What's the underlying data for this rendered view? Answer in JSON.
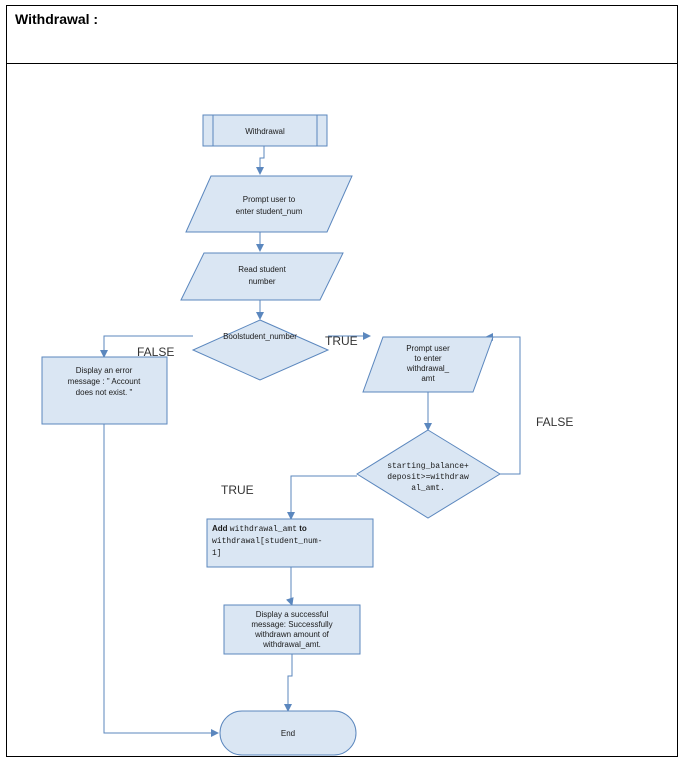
{
  "section": {
    "title": "Withdrawal :"
  },
  "nodes": {
    "start": {
      "label": "Withdrawal"
    },
    "prompt_student": {
      "lines": [
        "Prompt user to",
        "enter student_num"
      ]
    },
    "read_student": {
      "lines": [
        "Read student",
        "number"
      ]
    },
    "decision_student": {
      "label": "Boolstudent_number"
    },
    "error_msg": {
      "lines": [
        "Display an error",
        "message : \" Account",
        "does not exist. \""
      ]
    },
    "prompt_amount": {
      "lines": [
        "Prompt user",
        "to enter",
        "withdrawal_",
        "amt"
      ]
    },
    "decision_balance": {
      "lines": [
        "starting_balance+",
        "deposit>=withdraw",
        "al_amt."
      ]
    },
    "add_withdrawal": {
      "line1_text": "Add ",
      "line1_code": "withdrawal_amt",
      "line1_tail": " to",
      "line2": "withdrawal[student_num-",
      "line3": "1]"
    },
    "success_msg": {
      "lines": [
        "Display a successful",
        "message: Successfully",
        "withdrawn amount of",
        "withdrawal_amt."
      ]
    },
    "end": {
      "label": "End"
    }
  },
  "edge_labels": {
    "false_left": "FALSE",
    "true_right": "TRUE",
    "false_loop": "FALSE",
    "true_down": "TRUE"
  },
  "colors": {
    "node_fill": "#dae6f3",
    "node_stroke": "#5b87be",
    "edge": "#5b87be"
  }
}
